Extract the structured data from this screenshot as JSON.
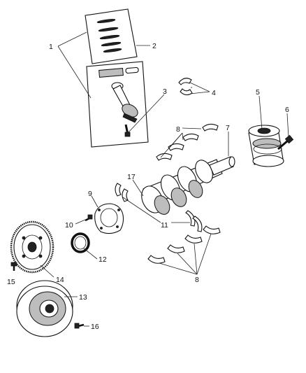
{
  "callouts": [
    {
      "id": "1",
      "label": "1"
    },
    {
      "id": "2",
      "label": "2"
    },
    {
      "id": "3",
      "label": "3"
    },
    {
      "id": "4",
      "label": "4"
    },
    {
      "id": "5",
      "label": "5"
    },
    {
      "id": "6",
      "label": "6"
    },
    {
      "id": "7",
      "label": "7"
    },
    {
      "id": "8a",
      "label": "8"
    },
    {
      "id": "8b",
      "label": "8"
    },
    {
      "id": "9",
      "label": "9"
    },
    {
      "id": "10",
      "label": "10"
    },
    {
      "id": "11",
      "label": "11"
    },
    {
      "id": "12",
      "label": "12"
    },
    {
      "id": "13",
      "label": "13"
    },
    {
      "id": "14",
      "label": "14"
    },
    {
      "id": "15",
      "label": "15"
    },
    {
      "id": "16",
      "label": "16"
    },
    {
      "id": "17",
      "label": "17"
    }
  ]
}
